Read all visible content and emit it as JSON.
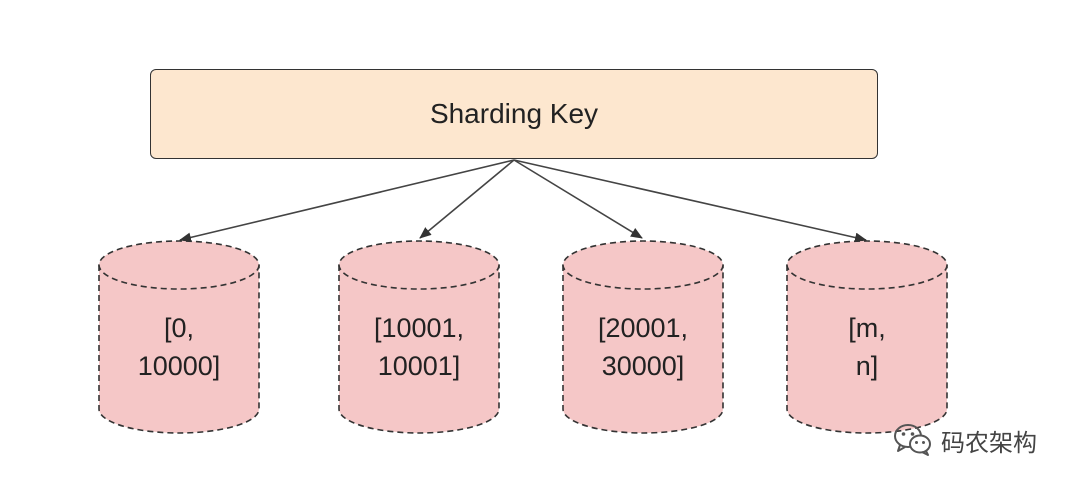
{
  "root": {
    "label": "Sharding Key"
  },
  "shards": [
    {
      "line1": "[0,",
      "line2": "10000]"
    },
    {
      "line1": "[10001,",
      "line2": "10001]"
    },
    {
      "line1": "[20001,",
      "line2": "30000]"
    },
    {
      "line1": "[m,",
      "line2": "n]"
    }
  ],
  "watermark": {
    "text": "码农架构",
    "icon": "wechat-icon"
  },
  "colors": {
    "key_fill": "#fde7cf",
    "db_fill": "#f5c7c7",
    "stroke": "#333333"
  }
}
